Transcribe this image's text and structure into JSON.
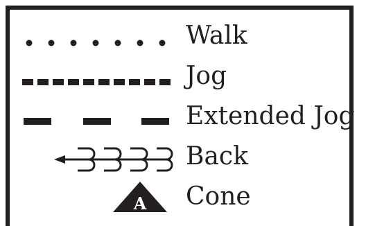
{
  "legend": {
    "items": [
      {
        "label": "Walk",
        "symbol": "dotted-line-icon"
      },
      {
        "label": "Jog",
        "symbol": "dashed-line-icon"
      },
      {
        "label": "Extended Jog",
        "symbol": "long-dashed-line-icon"
      },
      {
        "label": "Back",
        "symbol": "back-arrow-icon"
      },
      {
        "label": "Cone",
        "symbol": "cone-triangle-icon",
        "badge": "A"
      }
    ]
  },
  "colors": {
    "ink": "#231f20",
    "background": "#ffffff"
  }
}
